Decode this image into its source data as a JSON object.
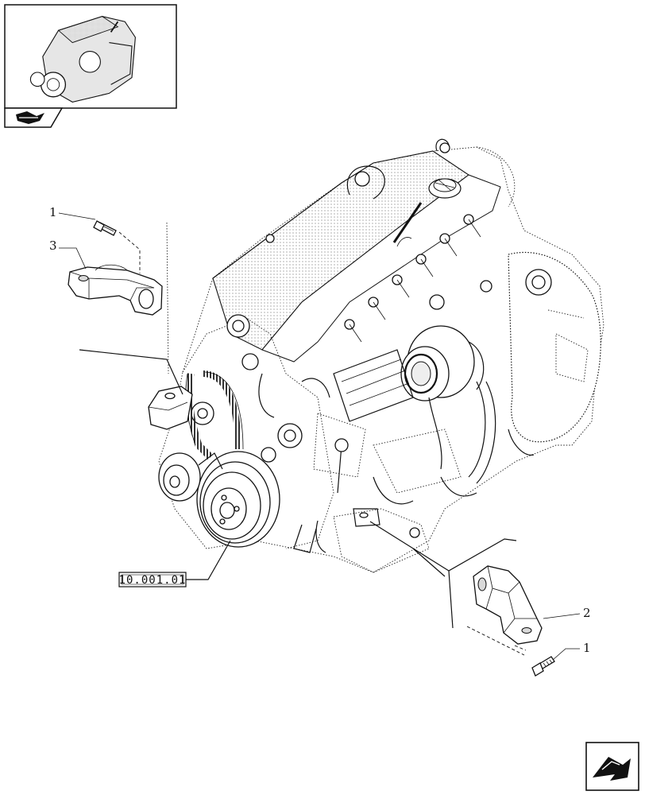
{
  "callouts": [
    {
      "id": "1",
      "label": "1"
    },
    {
      "id": "3",
      "label": "3"
    },
    {
      "id": "2",
      "label": "2"
    },
    {
      "id": "1b",
      "label": "1"
    }
  ],
  "reference_box": {
    "label": "10.001.01"
  },
  "icons": {
    "thumbnail": "engine-thumbnail-icon",
    "nav_corner": "book-arrow-icon",
    "next_page": "next-page-arrow-icon"
  }
}
